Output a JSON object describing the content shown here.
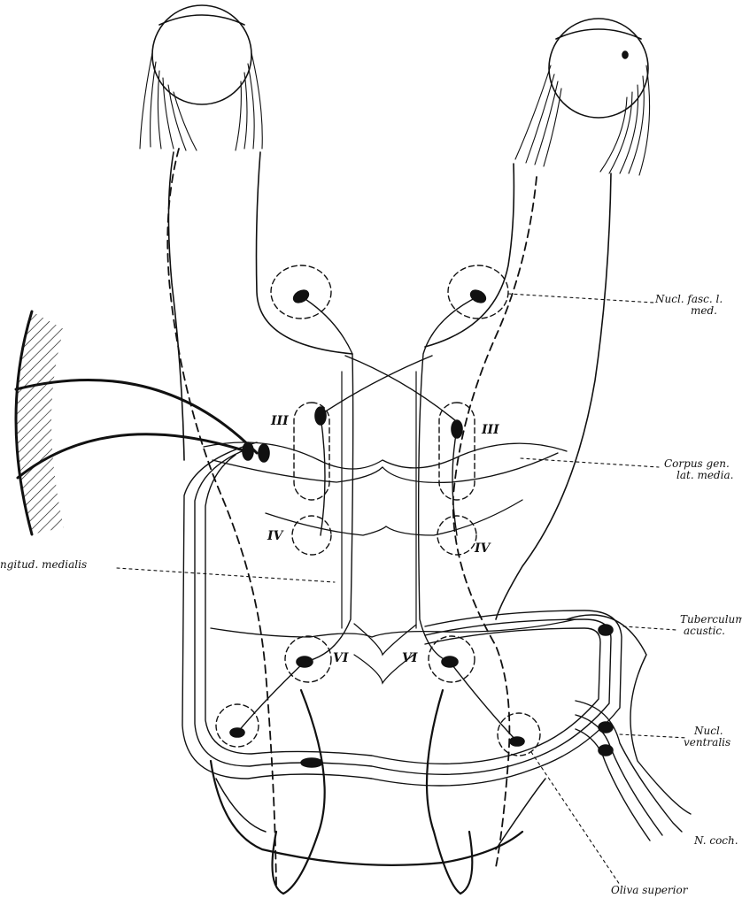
{
  "labels": {
    "nucl_fasc": [
      "Nucl. fasc. l.",
      "med."
    ],
    "corpus_gen": [
      "Corpus gen.",
      "lat. media."
    ],
    "longitud": "ngitud. medialis",
    "tuberculum": [
      "Tuberculum",
      "acustic."
    ],
    "nucl_ventralis": [
      "Nucl.",
      "ventralis"
    ],
    "n_coch": "N. coch.",
    "oliva": "Oliva superior"
  },
  "nerve_numerals": {
    "iii_left": "III",
    "iii_right": "III",
    "iv_left": "IV",
    "iv_right": "IV",
    "vi_left": "VI",
    "vi_right": "VI"
  },
  "colors": {
    "ink": "#111111",
    "paper": "#ffffff"
  }
}
